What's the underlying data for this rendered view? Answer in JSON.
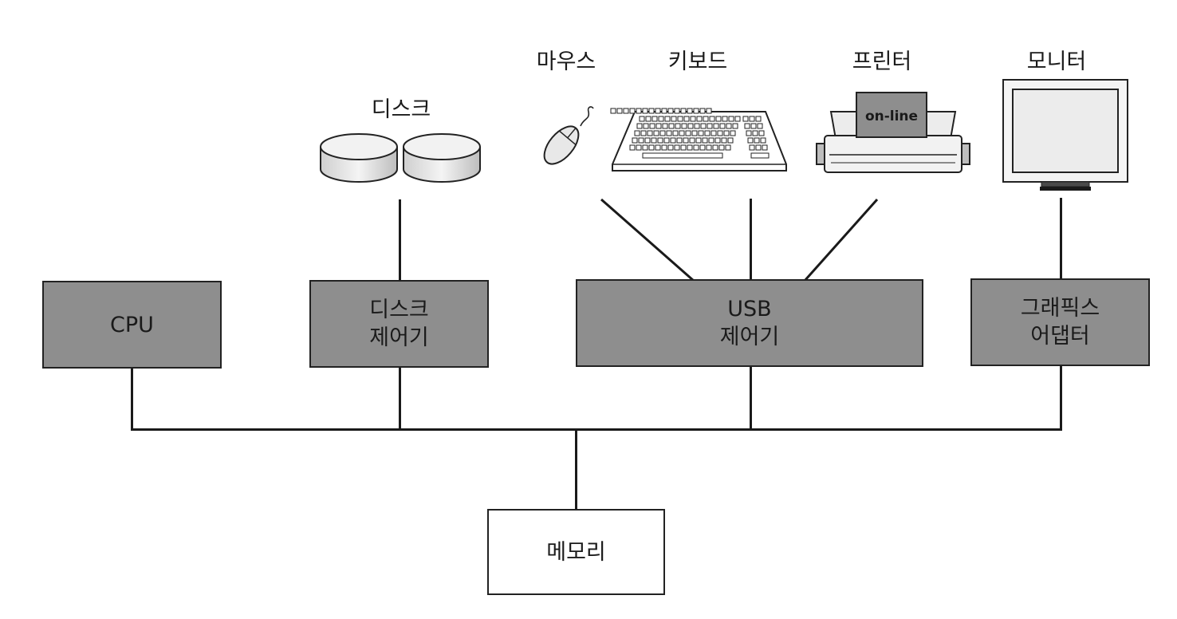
{
  "components": {
    "cpu": {
      "label": "CPU"
    },
    "disk_controller": {
      "line1": "디스크",
      "line2": "제어기"
    },
    "usb_controller": {
      "line1": "USB",
      "line2": "제어기"
    },
    "graphics_adapter": {
      "line1": "그래픽스",
      "line2": "어댑터"
    },
    "memory": {
      "label": "메모리"
    }
  },
  "devices": {
    "disk": {
      "label": "디스크",
      "icon": "disk-icon"
    },
    "mouse": {
      "label": "마우스",
      "icon": "mouse-icon"
    },
    "keyboard": {
      "label": "키보드",
      "icon": "keyboard-icon"
    },
    "printer": {
      "label": "프린터",
      "icon": "printer-icon",
      "panel_text": "on-line"
    },
    "monitor": {
      "label": "모니터",
      "icon": "monitor-icon"
    }
  },
  "colors": {
    "controller_fill": "#8e8e8e",
    "memory_fill": "#ffffff",
    "line": "#1a1a1a"
  }
}
